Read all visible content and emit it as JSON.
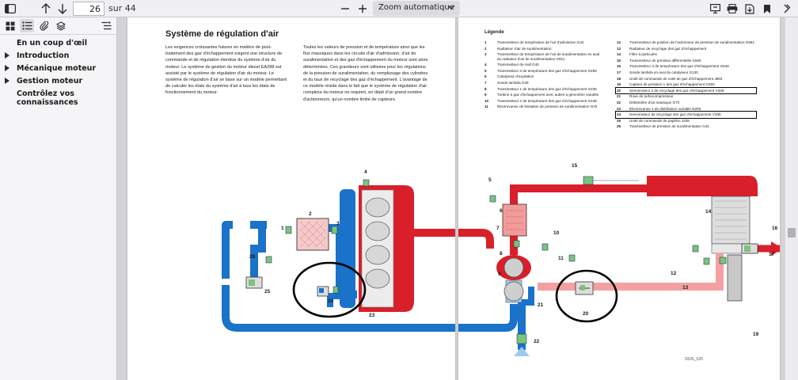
{
  "toolbar": {
    "page_number": "26",
    "page_total": "sur 44",
    "zoom_label": "Zoom automatique",
    "icons": [
      "sidebar-toggle-icon",
      "arrow-up-icon",
      "arrow-down-icon",
      "minus-icon",
      "plus-icon",
      "presentation-icon",
      "print-icon",
      "save-icon",
      "bookmark-icon",
      "more-icon"
    ]
  },
  "sidebar": {
    "tabs": [
      "thumbnails-icon",
      "outline-icon",
      "attachments-icon",
      "layers-icon",
      "current-outline-icon"
    ],
    "items": [
      {
        "label": "En un coup d'œil",
        "expandable": false
      },
      {
        "label": "Introduction",
        "expandable": true
      },
      {
        "label": "Mécanique moteur",
        "expandable": true
      },
      {
        "label": "Gestion moteur",
        "expandable": true
      },
      {
        "label": "Contrôlez vos connaissances",
        "expandable": false
      }
    ]
  },
  "document": {
    "title": "Système de régulation d'air",
    "col_a": "Les exigences croissantes futures en matière de post-traitement des gaz d'échappement exigent une structure de commande et de régulation étendue du système d'air du moteur. Le système de gestion du moteur diesel EA288 est assisté par le système de régulation d'air du moteur. Le système de régulation d'air se base sur un modèle permettant de calculer les états du système d'air à tous les états de fonctionnement du moteur.",
    "col_b": "Toutes les valeurs de pression et de température ainsi que les flux massiques dans les circuits d'air d'admission, d'air de suralimentation et des gaz d'échappement du moteur sont alors déterminées. Ces grandeurs sont utilisées pour les régulations de la pression de suralimentation, du remplissage des cylindres et du taux de recyclage des gaz d'échappement. L'avantage de ce modèle réside dans le fait que le système de régulation d'air complexe du moteur ne requiert, en dépit d'un grand nombre d'actionneurs, qu'un nombre limité de capteurs.",
    "legend_title": "Légende",
    "legend_left": [
      {
        "n": "1",
        "t": "Transmetteur de température de l'air d'admission G42"
      },
      {
        "n": "2",
        "t": "Radiateur d'air de suralimentation"
      },
      {
        "n": "3",
        "t": "Transmetteur de température de l'air de suralimentation en aval du radiateur d'air de suralimentation G811"
      },
      {
        "n": "4",
        "t": "Transmetteur de Hall G40"
      },
      {
        "n": "5",
        "t": "Transmetteur 3 de température des gaz d'échappement G495"
      },
      {
        "n": "6",
        "t": "Catalyseur d'oxydation"
      },
      {
        "n": "7",
        "t": "Sonde lambda G39"
      },
      {
        "n": "8",
        "t": "Transmetteur 1 de température des gaz d'échappement G235"
      },
      {
        "n": "9",
        "t": "Turbine à gaz d'échappement avec aubes à géométrie variable"
      },
      {
        "n": "10",
        "t": "Transmetteur 2 de température des gaz d'échappement G448"
      },
      {
        "n": "11",
        "t": "Électrovanne de limitation de pression de suralimentation N75"
      }
    ],
    "legend_right": [
      {
        "n": "12",
        "t": "Transmetteur de position de l'actionneur de pression de suralimentation G581",
        "boxed": false
      },
      {
        "n": "13",
        "t": "Radiateur de recyclage des gaz d'échappement",
        "boxed": false
      },
      {
        "n": "14",
        "t": "Filtre à particules",
        "boxed": false
      },
      {
        "n": "15",
        "t": "Transmetteur de pression différentielle G505",
        "boxed": false
      },
      {
        "n": "16",
        "t": "Transmetteur 4 de température des gaz d'échappement G648",
        "boxed": false
      },
      {
        "n": "17",
        "t": "Sonde lambda en aval du catalyseur G130",
        "boxed": false
      },
      {
        "n": "18",
        "t": "Unité de commande de volet de gaz d'échappement J883",
        "boxed": false
      },
      {
        "n": "19",
        "t": "Capteur de pression 1 des gaz d'échappement G450",
        "boxed": false
      },
      {
        "n": "20",
        "t": "Servomoteur 2 de recyclage des gaz d'échappement V339",
        "boxed": true
      },
      {
        "n": "21",
        "t": "Roue de turbocompresseur",
        "boxed": false
      },
      {
        "n": "22",
        "t": "Débitmètre d'air massique G70",
        "boxed": false
      },
      {
        "n": "23",
        "t": "Électrovanne 1 de distribution variable N205",
        "boxed": false
      },
      {
        "n": "24",
        "t": "Servomoteur de recyclage des gaz d'échappement V338",
        "boxed": true
      },
      {
        "n": "25",
        "t": "Unité de commande de papillon J338",
        "boxed": false
      },
      {
        "n": "26",
        "t": "Transmetteur de pression de suralimentation G31",
        "boxed": false
      }
    ],
    "figure_id": "S526_026",
    "colors": {
      "intake": "#1a72c9",
      "exhaust": "#d81f2a",
      "recirc": "#f5a0a0",
      "annotation": "#000000"
    }
  }
}
